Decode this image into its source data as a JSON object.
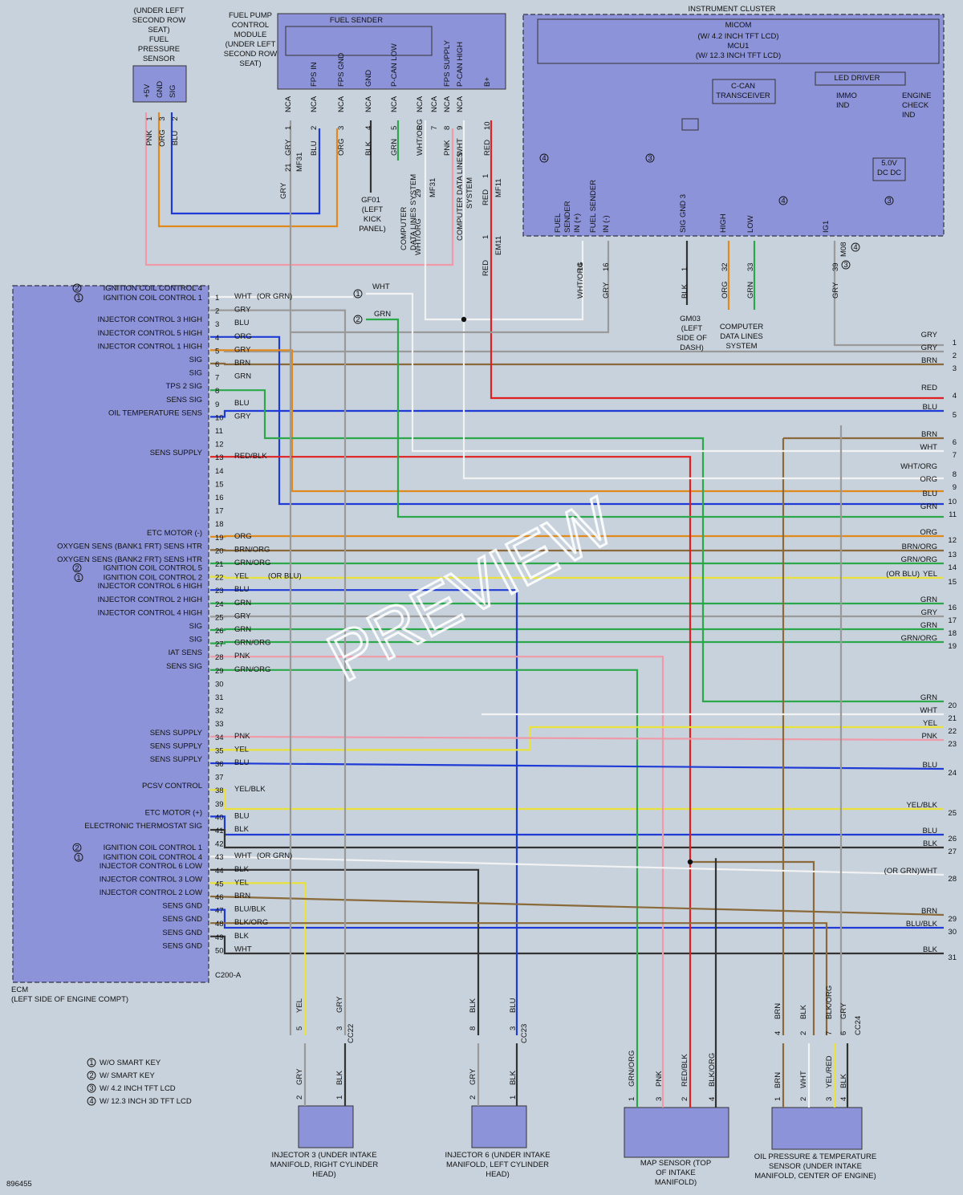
{
  "colors": {
    "GRY": "#9a9a9a",
    "WHT": "#f2f2f2",
    "BLU": "#1f3bd6",
    "ORG": "#e08a1e",
    "BRN": "#8a6a3a",
    "GRN": "#2aa84a",
    "RED": "#e02020",
    "PNK": "#f09aa8",
    "YEL": "#e8e23a",
    "BLK": "#333333",
    "VIO": "#8a3ad6",
    "component_fill": "#8c93d8",
    "background": "#c8d2dc"
  },
  "labels": {
    "fps_sensor": "(UNDER LEFT SECOND ROW SEAT) FUEL PRESSURE SENSOR",
    "fpcm": "FUEL PUMP CONTROL MODULE (UNDER LEFT SECOND ROW SEAT)",
    "fuel_sender": "FUEL SENDER",
    "cluster": "INSTRUMENT CLUSTER",
    "micom": "MICOM (W/ 4.2 INCH TFT LCD) MCU1 (W/ 12.3 INCH TFT LCD)",
    "ccan": "C-CAN TRANSCEIVER",
    "led_driver": "LED DRIVER",
    "immo": "IMMO IND",
    "engine_check": "ENGINE CHECK IND",
    "dcdc": "5.0V DC DC",
    "gf01": "GF01 (LEFT KICK PANEL)",
    "gm03": "GM03 (LEFT SIDE OF DASH)",
    "cdls": "COMPUTER DATA LINES SYSTEM",
    "ecm": "ECM (LEFT SIDE OF ENGINE COMPT)",
    "ecm_conn": "C200-A",
    "inj3": "INJECTOR 3 (UNDER INTAKE MANIFOLD, RIGHT CYLINDER HEAD)",
    "inj6": "INJECTOR 6 (UNDER INTAKE MANIFOLD, LEFT CYLINDER HEAD)",
    "map": "MAP SENSOR (TOP OF INTAKE MANIFOLD)",
    "ops": "OIL PRESSURE & TEMPERATURE SENSOR (UNDER INTAKE MANIFOLD, CENTER OF ENGINE)",
    "watermark": "PREVIEW",
    "doc_id": "896455"
  },
  "legend": [
    {
      "num": "1",
      "text": "W/O SMART KEY"
    },
    {
      "num": "2",
      "text": "W/ SMART KEY"
    },
    {
      "num": "3",
      "text": "W/ 4.2 INCH TFT LCD"
    },
    {
      "num": "4",
      "text": "W/ 12.3 INCH 3D TFT LCD"
    }
  ],
  "ecm_functions": [
    {
      "pin": 1,
      "text": "IGNITION COIL CONTROL 4",
      "mark": "2"
    },
    {
      "pin": 1,
      "text": "IGNITION COIL CONTROL 1",
      "mark": "1"
    },
    {
      "pin": 3,
      "text": "INJECTOR CONTROL 3 HIGH"
    },
    {
      "pin": 4,
      "text": "INJECTOR CONTROL 5 HIGH"
    },
    {
      "pin": 5,
      "text": "INJECTOR CONTROL 1 HIGH"
    },
    {
      "pin": 6,
      "text": "SIG"
    },
    {
      "pin": 7,
      "text": "SIG"
    },
    {
      "pin": 8,
      "text": "TPS 2 SIG"
    },
    {
      "pin": 9,
      "text": "SENS SIG"
    },
    {
      "pin": 10,
      "text": "OIL TEMPERATURE SENS"
    },
    {
      "pin": 13,
      "text": "SENS SUPPLY"
    },
    {
      "pin": 19,
      "text": "ETC MOTOR (-)"
    },
    {
      "pin": 20,
      "text": "OXYGEN SENS (BANK1 FRT) SENS HTR"
    },
    {
      "pin": 21,
      "text": "OXYGEN SENS (BANK2 FRT) SENS HTR"
    },
    {
      "pin": 22,
      "text": "IGNITION COIL CONTROL 5",
      "mark": "2"
    },
    {
      "pin": 22,
      "text": "IGNITION COIL CONTROL 2",
      "mark": "1"
    },
    {
      "pin": 23,
      "text": "INJECTOR CONTROL 6 HIGH"
    },
    {
      "pin": 24,
      "text": "INJECTOR CONTROL 2 HIGH"
    },
    {
      "pin": 25,
      "text": "INJECTOR CONTROL 4 HIGH"
    },
    {
      "pin": 26,
      "text": "SIG"
    },
    {
      "pin": 27,
      "text": "SIG"
    },
    {
      "pin": 28,
      "text": "IAT SENS"
    },
    {
      "pin": 29,
      "text": "SENS SIG"
    },
    {
      "pin": 34,
      "text": "SENS SUPPLY"
    },
    {
      "pin": 35,
      "text": "SENS SUPPLY"
    },
    {
      "pin": 36,
      "text": "SENS SUPPLY"
    },
    {
      "pin": 38,
      "text": "PCSV CONTROL"
    },
    {
      "pin": 40,
      "text": "ETC MOTOR (+)"
    },
    {
      "pin": 41,
      "text": "ELECTRONIC THERMOSTAT SIG"
    },
    {
      "pin": 43,
      "text": "IGNITION COIL CONTROL 1",
      "mark": "2"
    },
    {
      "pin": 43,
      "text": "IGNITION COIL CONTROL 4",
      "mark": "1"
    },
    {
      "pin": 44,
      "text": "INJECTOR CONTROL 6 LOW"
    },
    {
      "pin": 45,
      "text": "INJECTOR CONTROL 3 LOW"
    },
    {
      "pin": 46,
      "text": "INJECTOR CONTROL 2 LOW"
    },
    {
      "pin": 47,
      "text": "SENS GND"
    },
    {
      "pin": 48,
      "text": "SENS GND"
    },
    {
      "pin": 49,
      "text": "SENS GND"
    },
    {
      "pin": 50,
      "text": "SENS GND"
    }
  ],
  "ecm_pins": [
    {
      "pin": 1,
      "color": "WHT",
      "label": "WHT",
      "note": "(OR GRN)"
    },
    {
      "pin": 2,
      "color": "GRY",
      "label": "GRY"
    },
    {
      "pin": 3,
      "color": "BLU",
      "label": "BLU"
    },
    {
      "pin": 4,
      "color": "ORG",
      "label": "ORG"
    },
    {
      "pin": 5,
      "color": "GRY",
      "label": "GRY"
    },
    {
      "pin": 6,
      "color": "BRN",
      "label": "BRN"
    },
    {
      "pin": 7,
      "color": "GRN",
      "label": "GRN"
    },
    {
      "pin": 8,
      "color": "GRN",
      "label": ""
    },
    {
      "pin": 9,
      "color": "BLU",
      "label": "BLU"
    },
    {
      "pin": 10,
      "color": "GRY",
      "label": "GRY"
    },
    {
      "pin": 11,
      "color": "",
      "label": ""
    },
    {
      "pin": 12,
      "color": "",
      "label": ""
    },
    {
      "pin": 13,
      "color": "RED",
      "label": "RED/BLK"
    },
    {
      "pin": 14,
      "color": "",
      "label": ""
    },
    {
      "pin": 15,
      "color": "",
      "label": ""
    },
    {
      "pin": 16,
      "color": "",
      "label": ""
    },
    {
      "pin": 17,
      "color": "",
      "label": ""
    },
    {
      "pin": 18,
      "color": "",
      "label": ""
    },
    {
      "pin": 19,
      "color": "ORG",
      "label": "ORG"
    },
    {
      "pin": 20,
      "color": "BRN",
      "label": "BRN/ORG"
    },
    {
      "pin": 21,
      "color": "GRN",
      "label": "GRN/ORG"
    },
    {
      "pin": 22,
      "color": "YEL",
      "label": "YEL",
      "note": "(OR BLU)"
    },
    {
      "pin": 23,
      "color": "BLU",
      "label": "BLU"
    },
    {
      "pin": 24,
      "color": "GRN",
      "label": "GRN"
    },
    {
      "pin": 25,
      "color": "GRY",
      "label": "GRY"
    },
    {
      "pin": 26,
      "color": "GRN",
      "label": "GRN"
    },
    {
      "pin": 27,
      "color": "GRN",
      "label": "GRN/ORG"
    },
    {
      "pin": 28,
      "color": "PNK",
      "label": "PNK"
    },
    {
      "pin": 29,
      "color": "GRN",
      "label": "GRN/ORG"
    },
    {
      "pin": 30,
      "color": "",
      "label": ""
    },
    {
      "pin": 31,
      "color": "",
      "label": ""
    },
    {
      "pin": 32,
      "color": "",
      "label": ""
    },
    {
      "pin": 33,
      "color": "",
      "label": ""
    },
    {
      "pin": 34,
      "color": "PNK",
      "label": "PNK"
    },
    {
      "pin": 35,
      "color": "YEL",
      "label": "YEL"
    },
    {
      "pin": 36,
      "color": "BLU",
      "label": "BLU"
    },
    {
      "pin": 37,
      "color": "",
      "label": ""
    },
    {
      "pin": 38,
      "color": "YEL",
      "label": "YEL/BLK"
    },
    {
      "pin": 39,
      "color": "",
      "label": ""
    },
    {
      "pin": 40,
      "color": "BLU",
      "label": "BLU"
    },
    {
      "pin": 41,
      "color": "BLK",
      "label": "BLK"
    },
    {
      "pin": 42,
      "color": "",
      "label": ""
    },
    {
      "pin": 43,
      "color": "WHT",
      "label": "WHT",
      "note": "(OR GRN)"
    },
    {
      "pin": 44,
      "color": "BLK",
      "label": "BLK"
    },
    {
      "pin": 45,
      "color": "YEL",
      "label": "YEL"
    },
    {
      "pin": 46,
      "color": "BRN",
      "label": "BRN"
    },
    {
      "pin": 47,
      "color": "BLU",
      "label": "BLU/BLK"
    },
    {
      "pin": 48,
      "color": "BRN",
      "label": "BLK/ORG"
    },
    {
      "pin": 49,
      "color": "BLK",
      "label": "BLK"
    },
    {
      "pin": 50,
      "color": "WHT",
      "label": "WHT"
    }
  ],
  "right_exits": [
    {
      "num": "1",
      "color": "GRY",
      "label": "GRY"
    },
    {
      "num": "2",
      "color": "GRY",
      "label": "GRY"
    },
    {
      "num": "3",
      "color": "BRN",
      "label": "BRN"
    },
    {
      "num": "4",
      "color": "RED",
      "label": "RED"
    },
    {
      "num": "5",
      "color": "BLU",
      "label": "BLU"
    },
    {
      "num": "6",
      "color": "BRN",
      "label": "BRN"
    },
    {
      "num": "7",
      "color": "WHT",
      "label": "WHT"
    },
    {
      "num": "8",
      "color": "WHT",
      "label": "WHT/ORG"
    },
    {
      "num": "9",
      "color": "ORG",
      "label": "ORG"
    },
    {
      "num": "10",
      "color": "BLU",
      "label": "BLU"
    },
    {
      "num": "11",
      "color": "GRN",
      "label": "GRN"
    },
    {
      "num": "12",
      "color": "ORG",
      "label": "ORG"
    },
    {
      "num": "13",
      "color": "BRN",
      "label": "BRN/ORG"
    },
    {
      "num": "14",
      "color": "GRN",
      "label": "GRN/ORG"
    },
    {
      "num": "15",
      "color": "YEL",
      "label": "YEL",
      "note": "(OR BLU)"
    },
    {
      "num": "16",
      "color": "GRN",
      "label": "GRN"
    },
    {
      "num": "17",
      "color": "GRY",
      "label": "GRY"
    },
    {
      "num": "18",
      "color": "GRN",
      "label": "GRN"
    },
    {
      "num": "19",
      "color": "GRN",
      "label": "GRN/ORG"
    },
    {
      "num": "20",
      "color": "GRN",
      "label": "GRN"
    },
    {
      "num": "21",
      "color": "WHT",
      "label": "WHT"
    },
    {
      "num": "22",
      "color": "YEL",
      "label": "YEL"
    },
    {
      "num": "23",
      "color": "PNK",
      "label": "PNK"
    },
    {
      "num": "24",
      "color": "BLU",
      "label": "BLU"
    },
    {
      "num": "25",
      "color": "YEL",
      "label": "YEL/BLK"
    },
    {
      "num": "26",
      "color": "BLU",
      "label": "BLU"
    },
    {
      "num": "27",
      "color": "BLK",
      "label": "BLK"
    },
    {
      "num": "28",
      "color": "WHT",
      "label": "WHT",
      "note": "(OR GRN)"
    },
    {
      "num": "29",
      "color": "BRN",
      "label": "BRN"
    },
    {
      "num": "30",
      "color": "BLU",
      "label": "BLU/BLK"
    },
    {
      "num": "31",
      "color": "BLK",
      "label": "BLK"
    }
  ],
  "fps_pins": [
    {
      "name": "+5V",
      "num": "1",
      "color": "PNK",
      "wire": "PNK"
    },
    {
      "name": "GND",
      "num": "3",
      "color": "ORG",
      "wire": "ORG"
    },
    {
      "name": "SIG",
      "num": "2",
      "color": "BLU",
      "wire": "BLU"
    }
  ],
  "fpcm_pins": [
    {
      "name": "",
      "num": "1",
      "color": "GRY",
      "wire": "GRY",
      "splice": "21",
      "conn": "MF31"
    },
    {
      "name": "FPS IN",
      "num": "2",
      "color": "BLU",
      "wire": "BLU"
    },
    {
      "name": "FPS GND",
      "num": "3",
      "color": "ORG",
      "wire": "ORG"
    },
    {
      "name": "GND",
      "num": "4",
      "color": "BLK",
      "wire": "BLK"
    },
    {
      "name": "P-CAN LOW",
      "num": "5",
      "color": "GRN",
      "wire": "GRN"
    },
    {
      "name": "",
      "num": "6",
      "color": "WHT",
      "wire": "WHT/ORG",
      "splice": "29",
      "conn": "MF31"
    },
    {
      "name": "",
      "num": "7",
      "color": "",
      "wire": ""
    },
    {
      "name": "FPS SUPPLY",
      "num": "8",
      "color": "PNK",
      "wire": "PNK"
    },
    {
      "name": "P-CAN HIGH",
      "num": "9",
      "color": "WHT",
      "wire": "WHT"
    },
    {
      "name": "B+",
      "num": "10",
      "color": "RED",
      "wire": "RED",
      "splice": "1",
      "conn": "MF11"
    }
  ],
  "ncas": [
    "NCA",
    "NCA",
    "NCA",
    "NCA",
    "NCA",
    "NCA",
    "NCA",
    "NCA",
    "NCA"
  ],
  "cluster_pins": [
    {
      "name": "FUEL SENDER IN (+)",
      "num": "14",
      "wire": "WHT/ORG"
    },
    {
      "name": "FUEL SENDER IN (-)",
      "num": "16",
      "wire": "GRY"
    },
    {
      "name": "SIG GND 3",
      "num": "1",
      "wire": "BLK"
    },
    {
      "name": "HIGH",
      "num": "32",
      "wire": "ORG"
    },
    {
      "name": "LOW",
      "num": "33",
      "wire": "GRN"
    },
    {
      "name": "IG1",
      "num": "39",
      "wire": "GRY",
      "conn": "M08"
    }
  ],
  "inj3_pins": [
    {
      "num": "5",
      "wire": "YEL",
      "conn": "CC22",
      "num2": "2",
      "wire2": "GRY"
    },
    {
      "num": "3",
      "wire": "GRY",
      "num2": "1",
      "wire2": "BLK"
    }
  ],
  "inj6_pins": [
    {
      "num": "8",
      "wire": "BLK",
      "conn": "CC23",
      "num2": "2",
      "wire2": "GRY"
    },
    {
      "num": "3",
      "wire": "BLU",
      "num2": "1",
      "wire2": "BLK"
    }
  ],
  "map_pins": [
    {
      "num": "1",
      "wire": "GRN/ORG"
    },
    {
      "num": "3",
      "wire": "PNK"
    },
    {
      "num": "2",
      "wire": "RED/BLK"
    },
    {
      "num": "4",
      "wire": "BLK/ORG"
    }
  ],
  "ops_pins": [
    {
      "num": "4",
      "wire": "BRN",
      "num2": "1",
      "wire2": "BRN"
    },
    {
      "num": "2",
      "wire": "BLK",
      "num2": "2",
      "wire2": "WHT"
    },
    {
      "num": "7",
      "wire": "BLK/ORG",
      "num2": "3",
      "wire2": "YEL/RED"
    },
    {
      "num": "6",
      "wire": "GRY",
      "num2": "4",
      "wire2": "BLK"
    }
  ],
  "ops_conn": "CC24",
  "cdls_wires": [
    {
      "label": "GRN"
    },
    {
      "label": "WHT"
    }
  ],
  "em11": {
    "num": "1",
    "conn": "EM11"
  }
}
